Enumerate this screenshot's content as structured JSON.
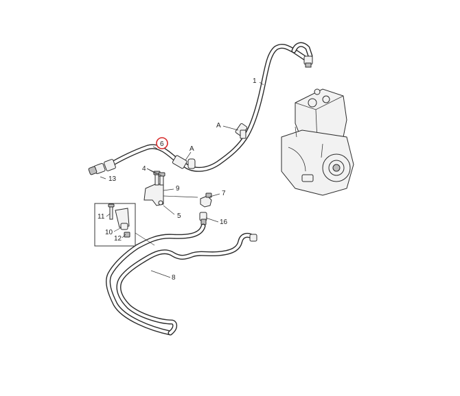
{
  "callouts": {
    "c1": "1",
    "cA_top": "A",
    "cA_mid": "A",
    "c6": "6",
    "c4": "4",
    "c9": "9",
    "c7": "7",
    "c13": "13",
    "c5": "5",
    "c16": "16",
    "c11": "11",
    "c10": "10",
    "c12": "12",
    "c8": "8"
  },
  "colors": {
    "highlight": "#d62828",
    "line": "#2a2a2a",
    "background": "#ffffff"
  }
}
